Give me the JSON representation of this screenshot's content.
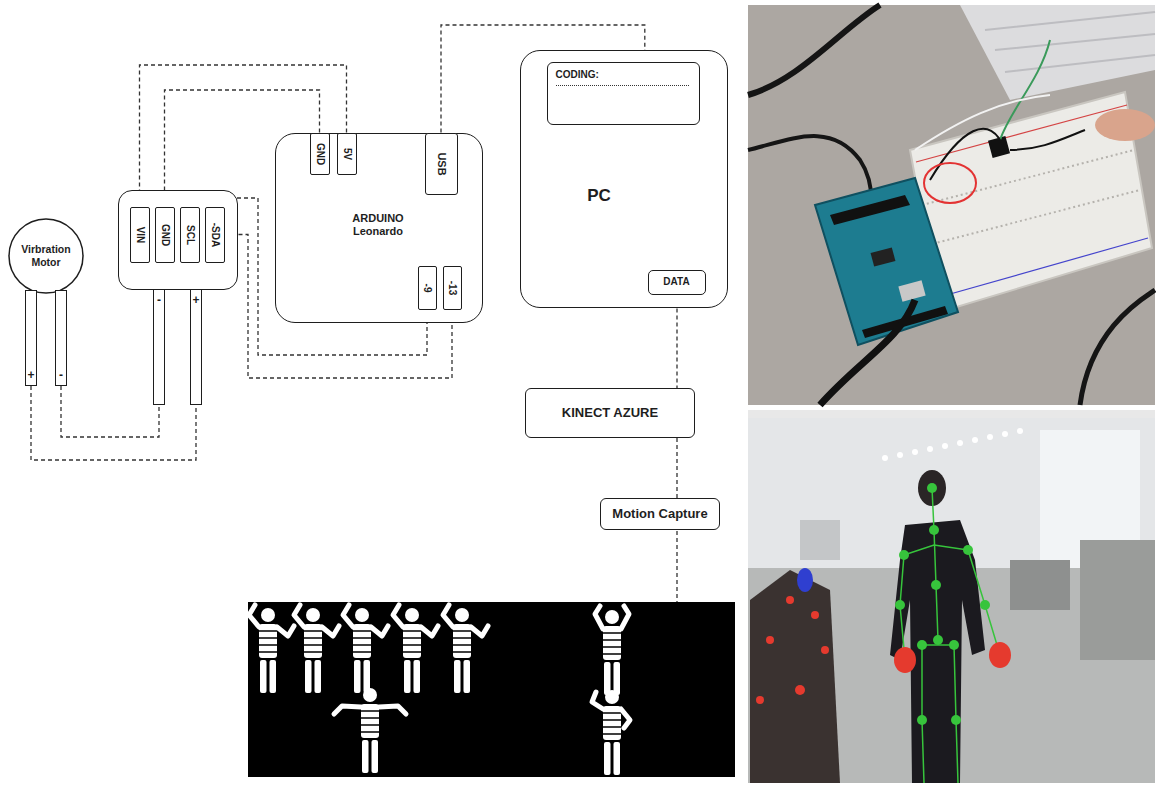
{
  "diagram": {
    "nodes": [
      {
        "text": [
          "Virbration Motor"
        ]
      },
      {
        "text": [
          "+"
        ]
      },
      {
        "text": [
          "-"
        ]
      },
      {
        "text": []
      },
      {
        "text": [
          "VIN"
        ],
        "in": 3
      },
      {
        "text": [
          "GND"
        ],
        "in": 3
      },
      {
        "text": [
          "SCL"
        ],
        "in": 3
      },
      {
        "text": [
          "-SDA"
        ],
        "in": 3
      },
      {
        "text": [
          "-"
        ]
      },
      {
        "text": [
          "+"
        ]
      },
      {
        "text": [
          "ARDUINO Leonardo"
        ]
      },
      {
        "text": [
          "GND"
        ],
        "in": 10
      },
      {
        "text": [
          "5V"
        ],
        "in": 10
      },
      {
        "text": [
          "USB"
        ],
        "in": 10
      },
      {
        "text": [
          "-9"
        ],
        "in": 10
      },
      {
        "text": [
          "-13"
        ],
        "in": 10
      },
      {
        "text": [
          "PC"
        ]
      },
      {
        "text": [
          "CODING:"
        ],
        "in": 16
      },
      {
        "text": [
          "DATA"
        ],
        "in": 16
      },
      {
        "text": [
          "KINECT AZURE"
        ]
      },
      {
        "text": [
          "Motion Capture"
        ]
      }
    ],
    "edges": [
      {
        "from": 12,
        "to": 4,
        "arrow": "none"
      },
      {
        "from": 11,
        "to": 5,
        "arrow": "none"
      },
      {
        "from": 13,
        "to": 16,
        "arrow": "none"
      },
      {
        "from": 6,
        "to": 14,
        "arrow": "none"
      },
      {
        "from": 7,
        "to": 15,
        "arrow": "none"
      },
      {
        "from": 1,
        "to": 9,
        "arrow": "none"
      },
      {
        "from": 2,
        "to": 8,
        "arrow": "none"
      },
      {
        "from": 18,
        "to": 19,
        "arrow": "none"
      },
      {
        "from": 19,
        "to": 20,
        "arrow": "none"
      }
    ]
  }
}
